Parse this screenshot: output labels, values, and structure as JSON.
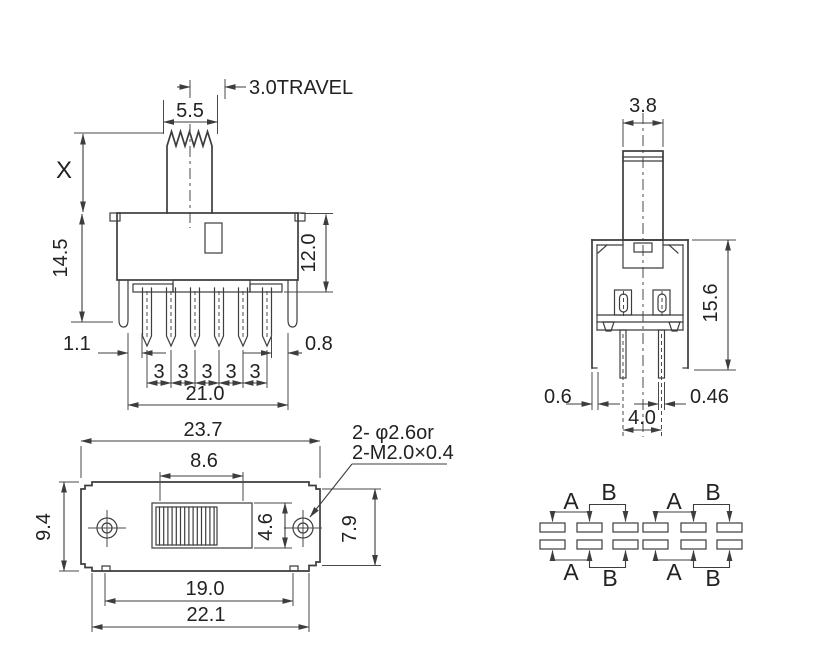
{
  "colors": {
    "background": "#ffffff",
    "line": "#3d3d3d",
    "text": "#222222"
  },
  "front_view": {
    "travel_label": "3.0TRAVEL",
    "knob_width": "5.5",
    "knob_height": "X",
    "overall_height": "14.5",
    "body_height": "12.0",
    "left_gap": "1.1",
    "right_gap": "0.8",
    "pin_pitches": [
      "3",
      "3",
      "3",
      "3",
      "3"
    ],
    "pin_row_span": "21.0"
  },
  "side_view": {
    "knob_width": "3.8",
    "overall_height": "15.6",
    "bracket_thickness": "0.6",
    "pin_thickness": "0.46",
    "pin_spacing": "4.0"
  },
  "plan_view": {
    "overall_width": "23.7",
    "slot_width": "8.6",
    "overall_depth": "9.4",
    "slot_depth": "4.6",
    "flange_depth": "7.9",
    "mount_span": "19.0",
    "base_width": "22.1",
    "hole_callout_line1": "2- φ2.6or",
    "hole_callout_line2": "2-M2.0×0.4"
  },
  "schematic": {
    "pole_labels": [
      "A",
      "B"
    ]
  }
}
